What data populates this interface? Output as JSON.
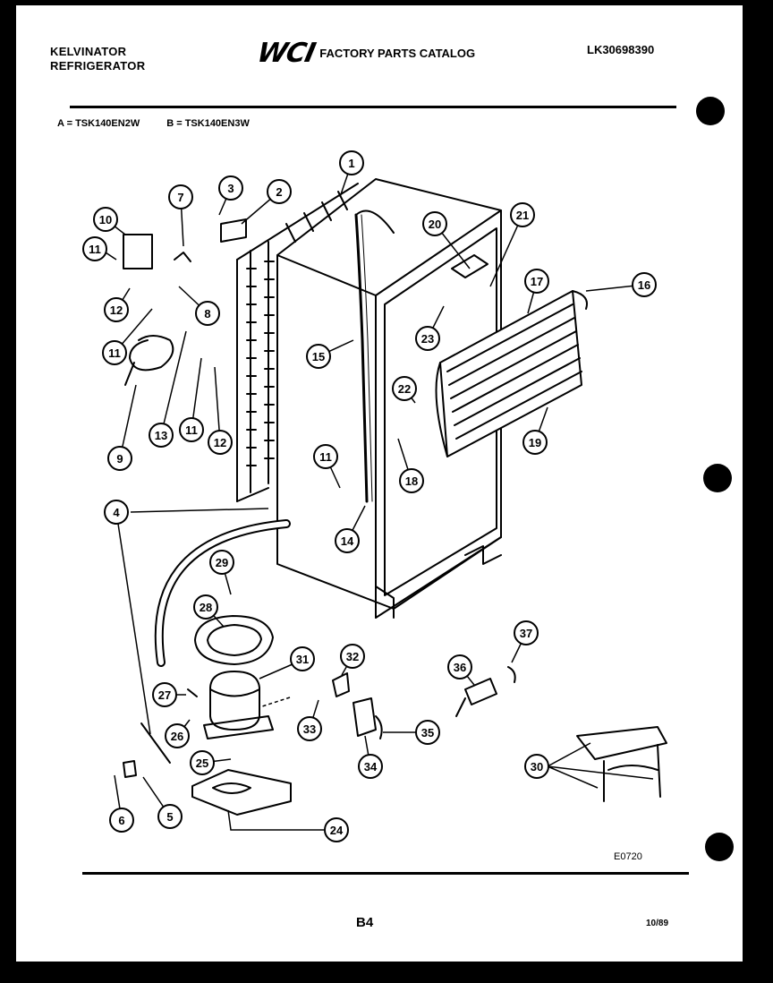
{
  "header": {
    "brand_line1": "KELVINATOR",
    "brand_line2": "REFRIGERATOR",
    "logo_text": "WCI",
    "catalog_title": "FACTORY PARTS CATALOG",
    "catalog_number": "LK30698390"
  },
  "models": {
    "a": "A = TSK140EN2W",
    "b": "B = TSK140EN3W"
  },
  "callouts": [
    "1",
    "2",
    "3",
    "4",
    "5",
    "6",
    "7",
    "8",
    "9",
    "10",
    "11",
    "11",
    "11",
    "11",
    "12",
    "12",
    "13",
    "14",
    "15",
    "16",
    "17",
    "18",
    "19",
    "20",
    "21",
    "22",
    "23",
    "24",
    "25",
    "26",
    "27",
    "28",
    "29",
    "30",
    "31",
    "32",
    "33",
    "34",
    "35",
    "36",
    "37"
  ],
  "footer": {
    "drawing_code": "E0720",
    "page": "B4",
    "date": "10/89"
  }
}
